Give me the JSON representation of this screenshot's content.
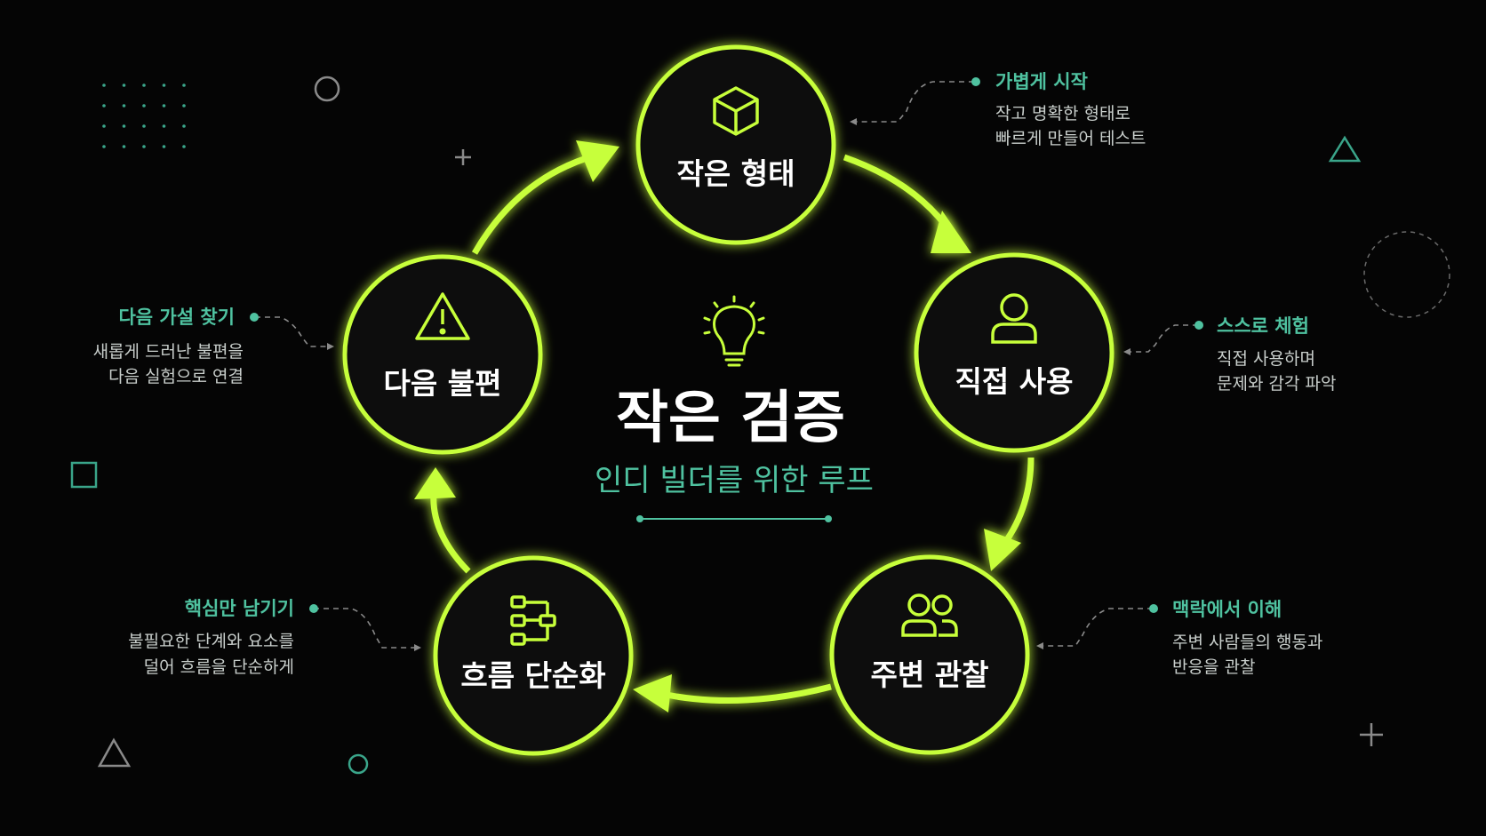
{
  "center": {
    "title": "작은 검증",
    "subtitle": "인디 빌더를 위한 루프",
    "icon": "lightbulb-icon"
  },
  "nodes": [
    {
      "id": "small-form",
      "label": "작은 형태",
      "icon": "cube-icon"
    },
    {
      "id": "direct-use",
      "label": "직접 사용",
      "icon": "user-icon"
    },
    {
      "id": "observe-around",
      "label": "주변 관찰",
      "icon": "users-icon"
    },
    {
      "id": "simplify-flow",
      "label": "흐름 단순화",
      "icon": "flow-icon"
    },
    {
      "id": "next-pain",
      "label": "다음 불편",
      "icon": "warning-icon"
    }
  ],
  "annotations": [
    {
      "id": "start-light",
      "title": "가볍게 시작",
      "lines": [
        "작고 명확한 형태로",
        "빠르게 만들어 테스트"
      ]
    },
    {
      "id": "experience",
      "title": "스스로 체험",
      "lines": [
        "직접 사용하며",
        "문제와 감각 파악"
      ]
    },
    {
      "id": "context",
      "title": "맥락에서 이해",
      "lines": [
        "주변 사람들의 행동과",
        "반응을 관찰"
      ]
    },
    {
      "id": "core",
      "title": "핵심만 남기기",
      "lines": [
        "불필요한 단계와 요소를",
        "덜어 흐름을 단순하게"
      ]
    },
    {
      "id": "hypothesis",
      "title": "다음 가설 찾기",
      "lines": [
        "새롭게 드러난 불편을",
        "다음 실험으로 연결"
      ]
    }
  ],
  "colors": {
    "background": "#050505",
    "neon": "#c7ff3a",
    "accent": "#4fc2a0",
    "text": "#ffffff",
    "muted": "#c9cfcc"
  }
}
